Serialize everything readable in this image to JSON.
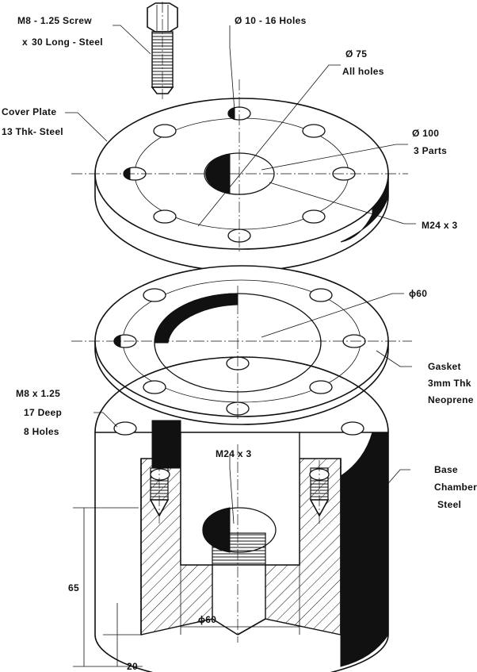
{
  "labels": {
    "screw_line1": "M8 - 1.25 Screw",
    "screw_line2_prefix": "x",
    "screw_line2": "30  Long - Steel",
    "holes16": "Ø 10  - 16 Holes",
    "dia75_line1": "Ø 75",
    "dia75_line2": "All  holes",
    "cover_line1": "Cover  Plate",
    "cover_line2": "13  Thk- Steel",
    "dia100_line1": "Ø  100",
    "dia100_line2": "3  Parts",
    "m24_top": "M24 x 3",
    "dia60_gasket": "ϕ60",
    "gasket_line1": "Gasket",
    "gasket_line2": "3mm Thk",
    "gasket_line3": "Neoprene",
    "m8_line1": "M8 x 1.25",
    "m8_line2": "17  Deep",
    "m8_line3": "8  Holes",
    "m24_mid": "M24 x 3",
    "base_line1": "Base",
    "base_line2": "Chamber",
    "base_line3": "Steel",
    "dim65": "65",
    "dim60": "ϕ60",
    "dim20": "20"
  },
  "colors": {
    "ink": "#111111",
    "paper": "#ffffff"
  }
}
